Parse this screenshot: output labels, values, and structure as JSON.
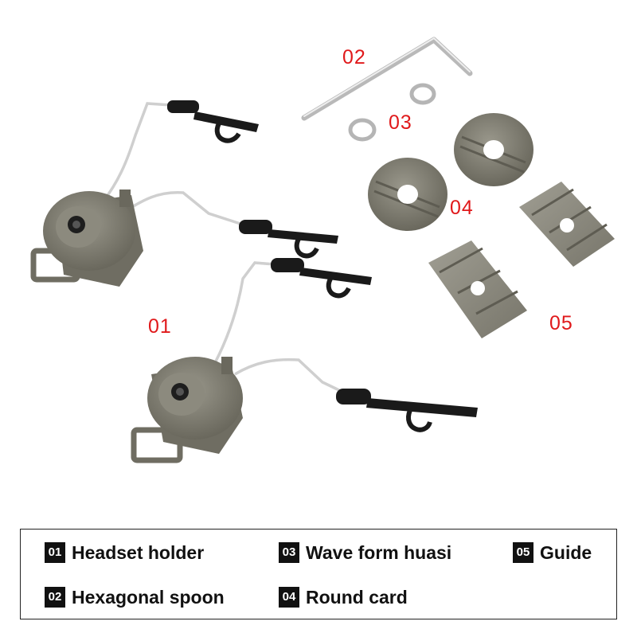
{
  "colors": {
    "label_red": "#e0191b",
    "part_gray": "#7d7b6f",
    "wire": "#c9c9c9",
    "clip_black": "#1a1a1a"
  },
  "labels": {
    "p01": "01",
    "p02": "02",
    "p03": "03",
    "p04": "04",
    "p05": "05"
  },
  "legend": {
    "items": [
      {
        "num": "01",
        "text": "Headset holder"
      },
      {
        "num": "02",
        "text": "Hexagonal spoon"
      },
      {
        "num": "03",
        "text": "Wave form huasi"
      },
      {
        "num": "04",
        "text": "Round card"
      },
      {
        "num": "05",
        "text": "Guide"
      }
    ]
  }
}
